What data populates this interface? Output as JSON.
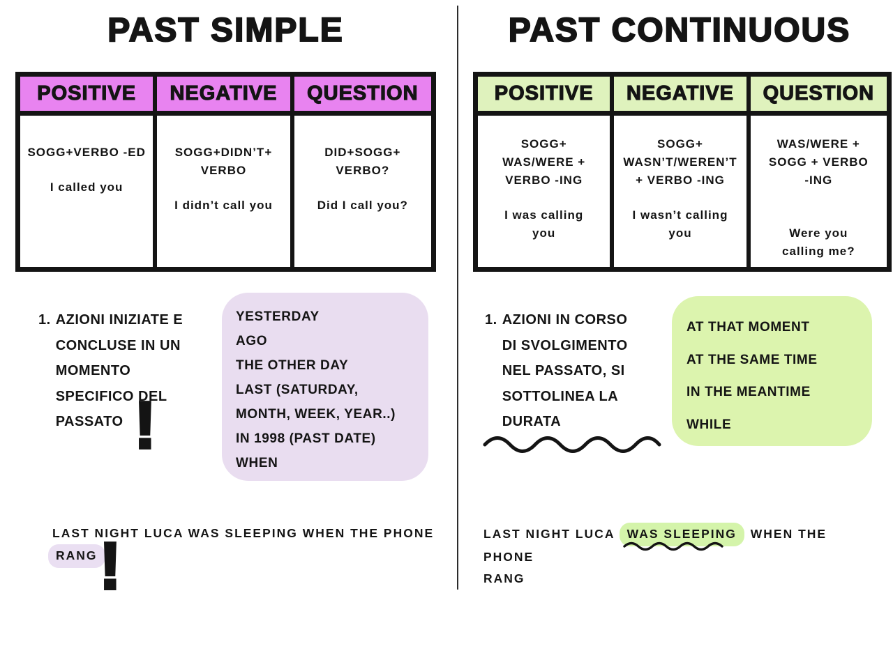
{
  "left_panel": {
    "title": "PAST SIMPLE",
    "table": {
      "headers": [
        "POSITIVE",
        "NEGATIVE",
        "QUESTION"
      ],
      "columns": [
        {
          "rule_lines": [
            "SOGG+VERBO -ED"
          ],
          "example_lines": [
            "I called you"
          ]
        },
        {
          "rule_lines": [
            "SOGG+DIDN’T+",
            "VERBO"
          ],
          "example_lines": [
            "I didn’t call you"
          ]
        },
        {
          "rule_lines": [
            "DID+SOGG+",
            "VERBO?"
          ],
          "example_lines": [
            "Did I call you?"
          ]
        }
      ]
    },
    "usage": {
      "number": "1.",
      "lines": [
        "AZIONI INIZIATE E",
        "CONCLUSE IN UN",
        "MOMENTO",
        "SPECIFICO DEL",
        "PASSATO"
      ]
    },
    "time_expressions": [
      "YESTERDAY",
      "AGO",
      "THE OTHER DAY",
      "LAST (SATURDAY,",
      "MONTH, WEEK, YEAR..)",
      "IN 1998 (PAST DATE)",
      "WHEN"
    ],
    "example_sentence": {
      "line1": "LAST NIGHT LUCA WAS SLEEPING WHEN THE PHONE",
      "highlight": "RANG"
    }
  },
  "right_panel": {
    "title": "PAST CONTINUOUS",
    "table": {
      "headers": [
        "POSITIVE",
        "NEGATIVE",
        "QUESTION"
      ],
      "columns": [
        {
          "rule_lines": [
            "SOGG+",
            "WAS/WERE +",
            "VERBO -ING"
          ],
          "example_lines": [
            "I was calling",
            "you"
          ]
        },
        {
          "rule_lines": [
            "SOGG+",
            "WASN’T/WEREN’T",
            "+ VERBO -ING"
          ],
          "example_lines": [
            "I wasn’t calling",
            "you"
          ]
        },
        {
          "rule_lines": [
            "WAS/WERE +",
            "SOGG + VERBO",
            "-ING"
          ],
          "example_lines": [
            "Were you",
            "calling me?"
          ]
        }
      ]
    },
    "usage": {
      "number": "1.",
      "lines": [
        "AZIONI IN CORSO",
        "DI SVOLGIMENTO",
        "NEL PASSATO, SI",
        "SOTTOLINEA LA",
        "DURATA"
      ]
    },
    "time_expressions": [
      "AT THAT MOMENT",
      "AT THE SAME TIME",
      "IN THE MEANTIME",
      "WHILE"
    ],
    "example_sentence": {
      "before": "LAST NIGHT LUCA ",
      "highlight": "WAS SLEEPING",
      "after": " WHEN THE PHONE",
      "line2": "RANG"
    }
  },
  "icons": {
    "exclamation": "!"
  },
  "colors": {
    "purple_header": "#E883F0",
    "lavender_box": "#E9DDF0",
    "lavender_highlight": "#EADFF2",
    "green_header": "#DFF2BD",
    "green_box": "#DCF4AE",
    "green_highlight": "#D4F4AA",
    "ink": "#141414"
  }
}
